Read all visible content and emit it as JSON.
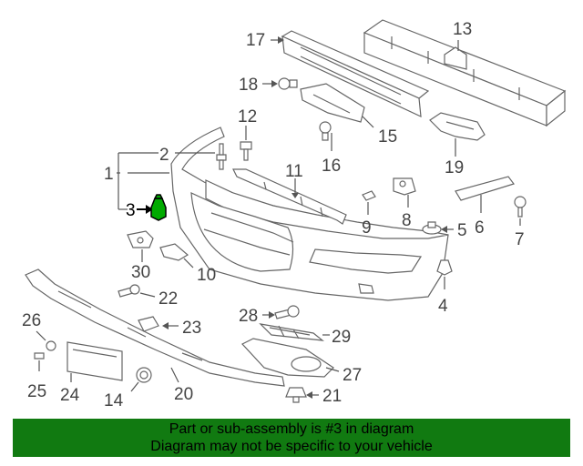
{
  "highlight_color": "#00aa00",
  "banner": {
    "line1": "Part or sub-assembly is #3 in diagram",
    "line2": "Diagram may not be specific to your vehicle",
    "background": "#117a11"
  },
  "callouts": {
    "c1": "1",
    "c2": "2",
    "c3": "3",
    "c4": "4",
    "c5": "5",
    "c6": "6",
    "c7": "7",
    "c8": "8",
    "c9": "9",
    "c10": "10",
    "c11": "11",
    "c12": "12",
    "c13": "13",
    "c14": "14",
    "c15": "15",
    "c16": "16",
    "c17": "17",
    "c18": "18",
    "c19": "19",
    "c20": "20",
    "c21": "21",
    "c22": "22",
    "c23": "23",
    "c24": "24",
    "c25": "25",
    "c26": "26",
    "c27": "27",
    "c28": "28",
    "c29": "29",
    "c30": "30"
  },
  "icons": {
    "highlighted_part": "push-clip-icon"
  }
}
